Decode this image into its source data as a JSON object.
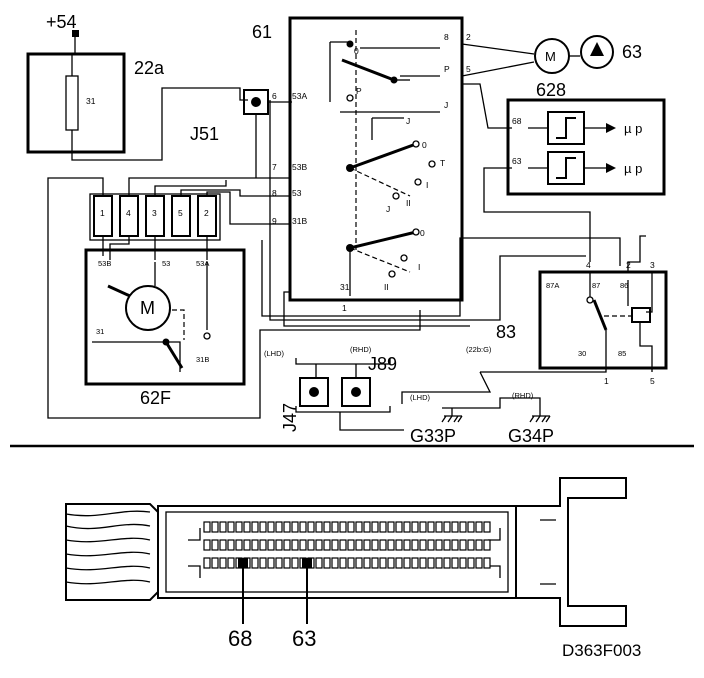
{
  "labels": {
    "plus54": "+54",
    "c22a": "22a",
    "c22a_pin": "31",
    "c61": "61",
    "c63": "63",
    "c628": "628",
    "j51": "J51",
    "pin_6": "6",
    "pin_53a": "53A",
    "pin_7": "7",
    "pin_53b": "53B",
    "pin_8": "8",
    "pin_53": "53",
    "pin_9": "9",
    "pin_31b": "31B",
    "pin_31": "31",
    "pin_1": "1",
    "sw_8": "8",
    "sw_2": "2",
    "sw_p1": "P",
    "sw_5": "5",
    "sw_0a": "0",
    "sw_p2": "P",
    "sw_j1": "J",
    "sw_j2": "J",
    "sw_0b": "0",
    "sw_t": "T",
    "sw_i1": "I",
    "sw_j3": "J",
    "sw_ii1": "II",
    "sw_0c": "0",
    "sw_i2": "I",
    "sw_ii2": "II",
    "ecu_68": "68",
    "ecu_63": "63",
    "ecu_out1": "µ p",
    "ecu_out2": "µ p",
    "conn_1": "1",
    "conn_4": "4",
    "conn_3": "3",
    "conn_5": "5",
    "conn_2": "2",
    "m62_53b": "53B",
    "m62_53": "53",
    "m62_53a": "53A",
    "m62_31": "31",
    "m62_31b": "31B",
    "m62_name": "62F",
    "motor_symbol": "M",
    "pump_motor_symbol": "M",
    "relay_4": "4",
    "relay_2": "2",
    "relay_3": "3",
    "relay_87a": "87A",
    "relay_87": "87",
    "relay_86": "86",
    "relay_30": "30",
    "relay_85": "85",
    "relay_1": "1",
    "relay_5": "5",
    "c83": "83",
    "c83_ref": "(22b:G)",
    "lhd1": "(LHD)",
    "rhd1": "(RHD)",
    "j89": "J89",
    "j47": "J47",
    "lhd2": "(LHD)",
    "rhd2": "(RHD)",
    "g33p": "G33P",
    "g34p": "G34P",
    "callout_68": "68",
    "callout_63": "63",
    "figure_id": "D363F003"
  }
}
